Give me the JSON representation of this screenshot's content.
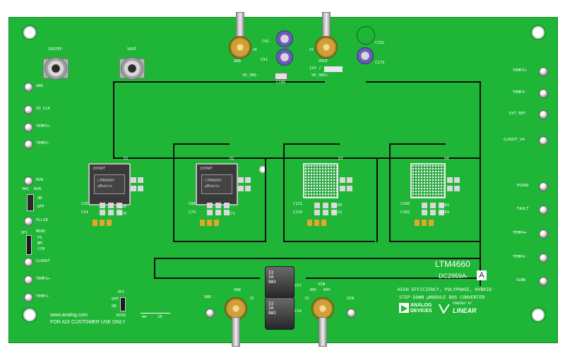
{
  "board": {
    "part_number": "LTM4660",
    "assembly_id": "DC2959A-",
    "assembly_rev": "A",
    "description_line1": "HIGH EFFICIENCY, POLYPHASE, HYBRID",
    "description_line2": "STEP-DOWN µMODULE BUS CONVERTER",
    "website": "www.analog.com",
    "customer_use": "FOR ADI CUSTOMER USE ONLY",
    "logo_analog_line1": "ANALOG",
    "logo_analog_line2": "DEVICES",
    "logo_powered": "POWERED BY",
    "logo_linear": "LINEAR"
  },
  "connectors": {
    "bnc_left": "IOSTEP",
    "bnc_right": "VOUT",
    "j4": "J4",
    "j3": "J3",
    "j2": "J2",
    "j1": "J1",
    "gnd_top": "GND",
    "vout_top": "VOUT",
    "v12": "12V /",
    "gnd_bottom": "GND",
    "vin_bottom": "VIN",
    "vin_range": "30V - 60V",
    "vin_right": "VIN",
    "gnd_bottom_left": "GND"
  },
  "left_testpoints": [
    "GND",
    "IO_CLK",
    "TEMP2+",
    "TEMP2-",
    "RUN",
    "PLLIN",
    "CLKOUT",
    "TEMP1+",
    "TEMP1-"
  ],
  "right_testpoints": [
    "TEMP3+",
    "TEMP3-",
    "EXT_REF",
    "CLKOUT_U4",
    "PGOOD",
    "FAULT",
    "TEMP4+",
    "TEMP4-",
    "SGND"
  ],
  "switch": {
    "ref": "SW1",
    "name": "RUN",
    "on": "ON",
    "off": "OFF"
  },
  "mode": {
    "name": "MODE",
    "opt1": "PS",
    "opt2": "BM",
    "opt3": "CCM",
    "ref": "JP1"
  },
  "jumper2": {
    "ref": "JP2",
    "off": "OFF",
    "on": "ON",
    "bias": "BIAS"
  },
  "modules": [
    {
      "ref": "U1",
      "marking1": "LTM4660Y",
      "marking2": "µModule",
      "marking3": "2030WT"
    },
    {
      "ref": "U2",
      "marking1": "LTM4660Y",
      "marking2": "µModule",
      "marking3": "2030WT"
    },
    {
      "ref": "U3"
    },
    {
      "ref": "U4"
    }
  ],
  "caps_top": {
    "c41": "C41",
    "c91": "C91",
    "c152": "C152",
    "c173": "C173",
    "sense": "VO_SNS-",
    "sense_pos": "VO_SNS+",
    "c166": "C166"
  },
  "caps_bottom": {
    "c57": "C57",
    "c14": "C14",
    "cap_text": "33\n2A\n8W2"
  },
  "refs": {
    "c25": "C25",
    "c24": "C24",
    "c26": "C26",
    "c70": "C70",
    "c80": "C80",
    "c79": "C79",
    "c71": "C71",
    "c121": "C121",
    "c119": "C119",
    "c122": "C122",
    "c120": "C120",
    "c160": "C160",
    "c162": "C162",
    "c163": "C163",
    "c161": "C161"
  },
  "ruler": {
    "unit": "mm",
    "mark": "10"
  }
}
